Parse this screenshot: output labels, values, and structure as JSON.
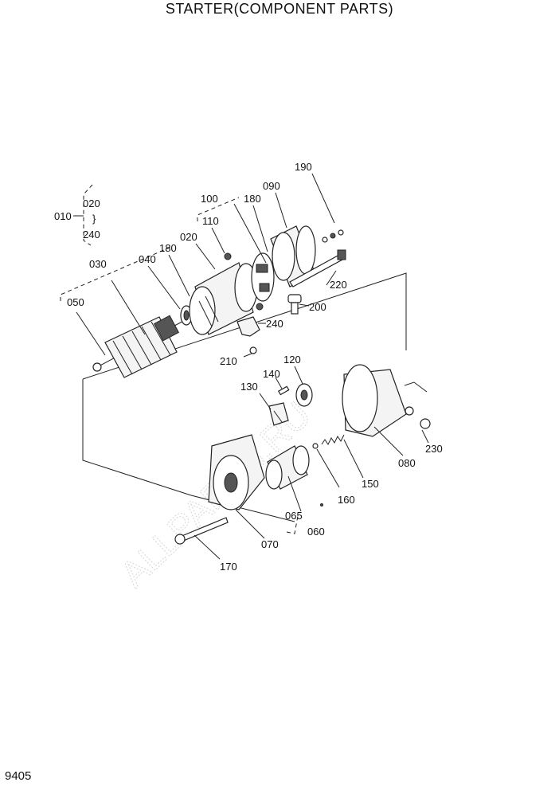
{
  "page_title": "STARTER(COMPONENT PARTS)",
  "page_number": "9405",
  "watermark": "ALLPARTS.RU",
  "group": {
    "main": "010",
    "from": "020",
    "to": "240"
  },
  "callouts": {
    "p190": "190",
    "p100": "100",
    "p180a": "180",
    "p090": "090",
    "p110": "110",
    "p020": "020",
    "p180b": "180",
    "p040": "040",
    "p030": "030",
    "p050": "050",
    "p220": "220",
    "p200": "200",
    "p240": "240",
    "p210": "210",
    "p120": "120",
    "p140": "140",
    "p130": "130",
    "p230": "230",
    "p080": "080",
    "p150": "150",
    "p160": "160",
    "p065": "065",
    "p060": "060",
    "p070": "070",
    "p170": "170"
  }
}
